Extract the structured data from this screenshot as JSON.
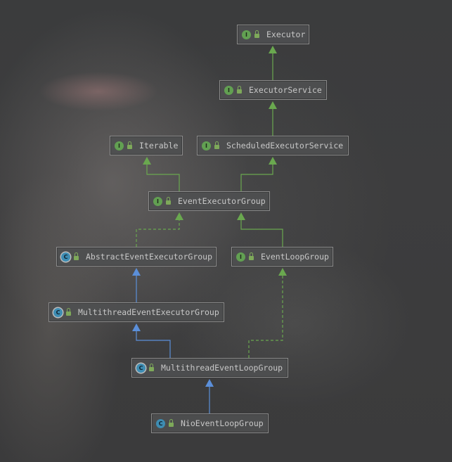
{
  "colors": {
    "interface_badge": "#62a052",
    "class_badge": "#3e8db3",
    "interface_edge": "#6aa84f",
    "class_edge": "#5b8fd9"
  },
  "nodes": [
    {
      "id": "executor",
      "label": "Executor",
      "kind": "interface",
      "badge": "I"
    },
    {
      "id": "executor-service",
      "label": "ExecutorService",
      "kind": "interface",
      "badge": "I"
    },
    {
      "id": "iterable",
      "label": "Iterable",
      "kind": "interface",
      "badge": "I"
    },
    {
      "id": "scheduled-executor-service",
      "label": "ScheduledExecutorService",
      "kind": "interface",
      "badge": "I"
    },
    {
      "id": "event-executor-group",
      "label": "EventExecutorGroup",
      "kind": "interface",
      "badge": "I"
    },
    {
      "id": "abstract-event-executor-group",
      "label": "AbstractEventExecutorGroup",
      "kind": "abstract-class",
      "badge": "C"
    },
    {
      "id": "event-loop-group",
      "label": "EventLoopGroup",
      "kind": "interface",
      "badge": "I"
    },
    {
      "id": "multithread-event-executor-group",
      "label": "MultithreadEventExecutorGroup",
      "kind": "abstract-class",
      "badge": "C"
    },
    {
      "id": "multithread-event-loop-group",
      "label": "MultithreadEventLoopGroup",
      "kind": "abstract-class",
      "badge": "C"
    },
    {
      "id": "nio-event-loop-group",
      "label": "NioEventLoopGroup",
      "kind": "class",
      "badge": "C"
    }
  ],
  "edges": [
    {
      "from": "executor-service",
      "to": "executor",
      "type": "extends-interface"
    },
    {
      "from": "scheduled-executor-service",
      "to": "executor-service",
      "type": "extends-interface"
    },
    {
      "from": "event-executor-group",
      "to": "iterable",
      "type": "extends-interface"
    },
    {
      "from": "event-executor-group",
      "to": "scheduled-executor-service",
      "type": "extends-interface"
    },
    {
      "from": "abstract-event-executor-group",
      "to": "event-executor-group",
      "type": "implements"
    },
    {
      "from": "event-loop-group",
      "to": "event-executor-group",
      "type": "extends-interface"
    },
    {
      "from": "multithread-event-executor-group",
      "to": "abstract-event-executor-group",
      "type": "extends-class"
    },
    {
      "from": "multithread-event-loop-group",
      "to": "multithread-event-executor-group",
      "type": "extends-class"
    },
    {
      "from": "multithread-event-loop-group",
      "to": "event-loop-group",
      "type": "implements"
    },
    {
      "from": "nio-event-loop-group",
      "to": "multithread-event-loop-group",
      "type": "extends-class"
    }
  ]
}
